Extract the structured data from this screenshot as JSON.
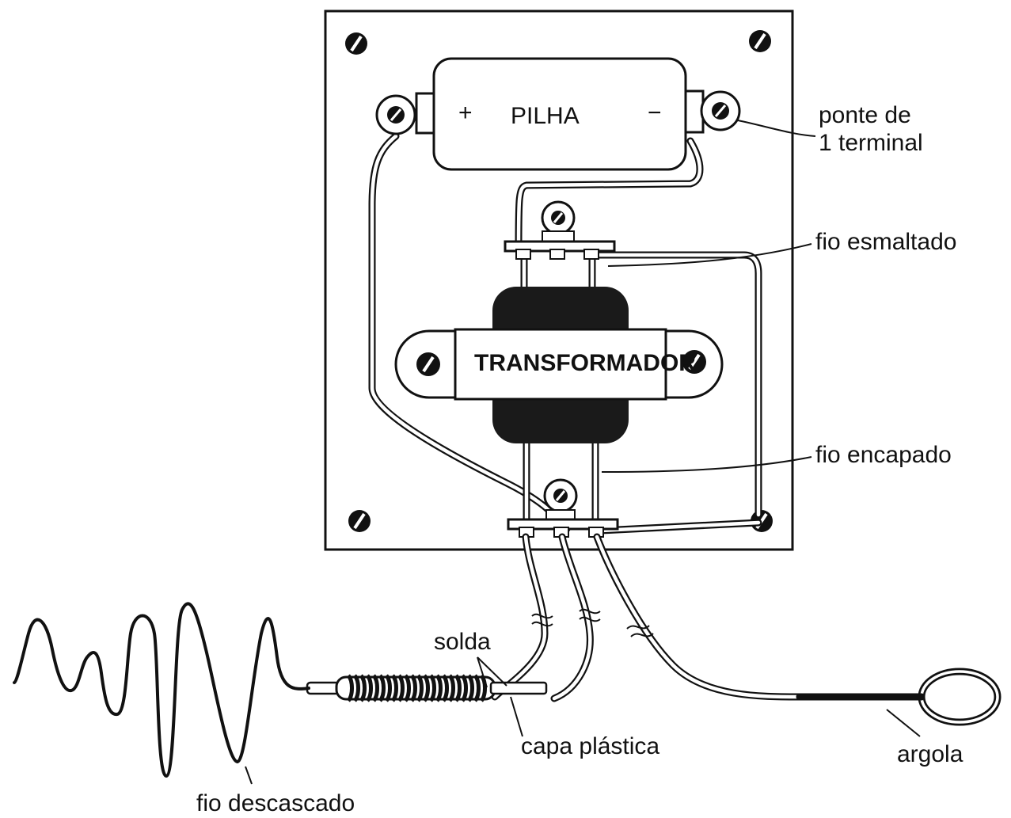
{
  "labels": {
    "battery": "PILHA",
    "plus": "+",
    "minus": "−",
    "transformer": "TRANSFORMADOR",
    "terminal_line1": "ponte de",
    "terminal_line2": "1 terminal",
    "enameled_wire": "fio esmaltado",
    "insulated_wire": "fio encapado",
    "solder": "solda",
    "plastic_cap": "capa plástica",
    "ring": "argola",
    "stripped_wire": "fio descascado"
  },
  "colors": {
    "ink": "#111111",
    "core": "#1a1a1a",
    "paper": "#ffffff"
  }
}
